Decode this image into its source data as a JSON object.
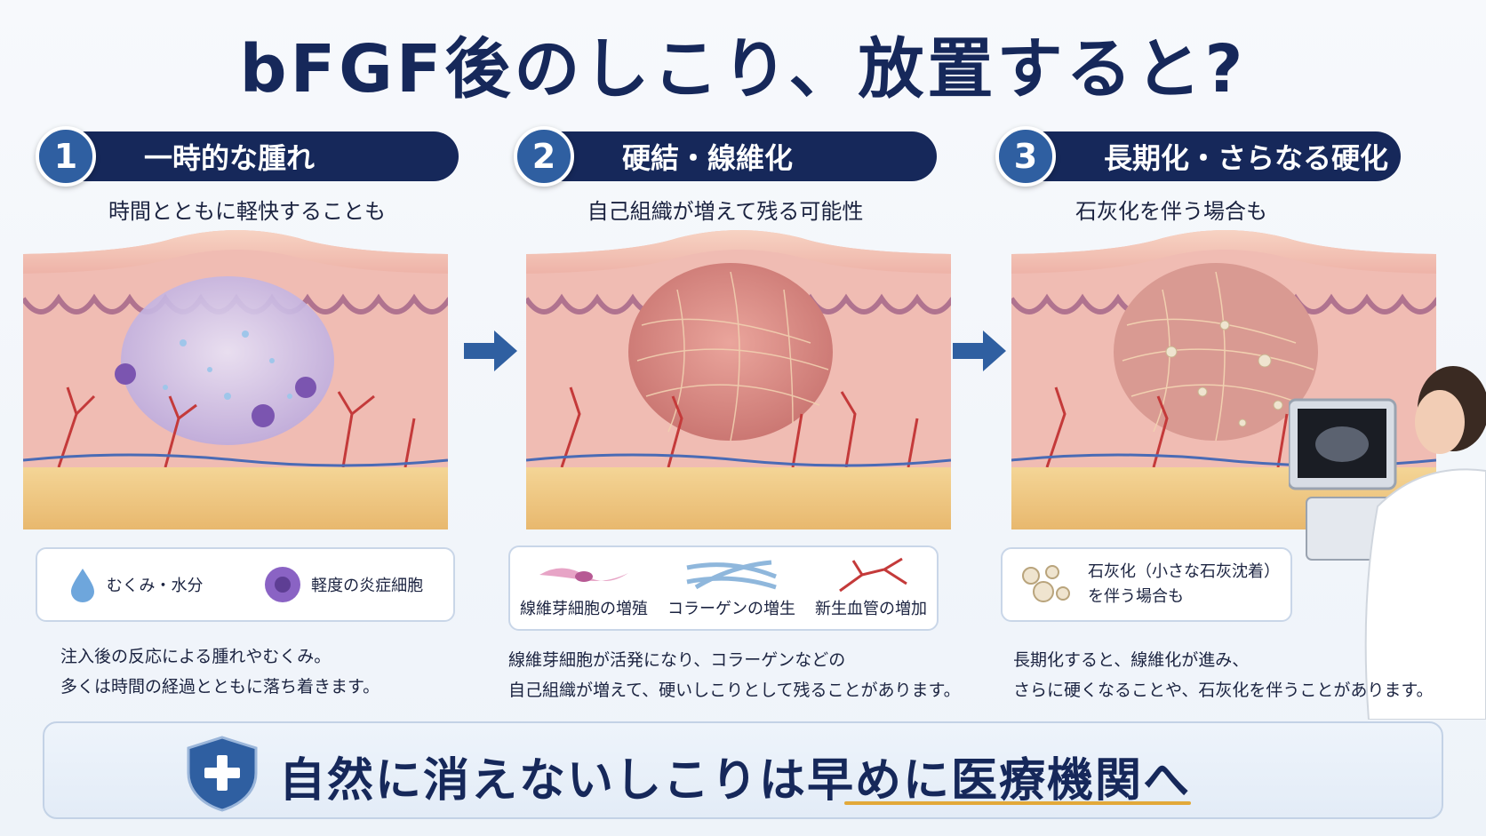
{
  "title": "bFGF後のしこり、放置すると?",
  "stages": [
    {
      "number": "1",
      "label": "一時的な腫れ",
      "subtitle": "時間とともに軽快することも",
      "legend": [
        {
          "icon": "water-drop-icon",
          "label": "むくみ・水分"
        },
        {
          "icon": "inflammatory-cell-icon",
          "label": "軽度の炎症細胞"
        }
      ],
      "description": [
        "注入後の反応による腫れやむくみ。",
        "多くは時間の経過とともに落ち着きます。"
      ]
    },
    {
      "number": "2",
      "label": "硬結・線維化",
      "subtitle": "自己組織が増えて残る可能性",
      "legend": [
        {
          "icon": "fibroblast-icon",
          "label": "線維芽細胞の増殖"
        },
        {
          "icon": "collagen-icon",
          "label": "コラーゲンの増生"
        },
        {
          "icon": "blood-vessel-icon",
          "label": "新生血管の増加"
        }
      ],
      "description": [
        "線維芽細胞が活発になり、コラーゲンなどの",
        "自己組織が増えて、硬いしこりとして残ることがあります。"
      ]
    },
    {
      "number": "3",
      "label": "長期化・さらなる硬化",
      "subtitle": "石灰化を伴う場合も",
      "legend": [
        {
          "icon": "calcification-icon",
          "label": "石灰化（小さな石灰沈着）",
          "label2": "を伴う場合も"
        }
      ],
      "description": [
        "長期化すると、線維化が進み、",
        "さらに硬くなることや、石灰化を伴うことがあります。"
      ]
    }
  ],
  "banner": {
    "text": "自然に消えないしこりは早めに医療機関へ",
    "icon": "shield-cross-icon"
  },
  "colors": {
    "navy": "#16285a",
    "accent_blue": "#2f5fa1",
    "underline": "#e2a93a",
    "skin": "#f1b8b4",
    "fat": "#f1cd8a"
  }
}
